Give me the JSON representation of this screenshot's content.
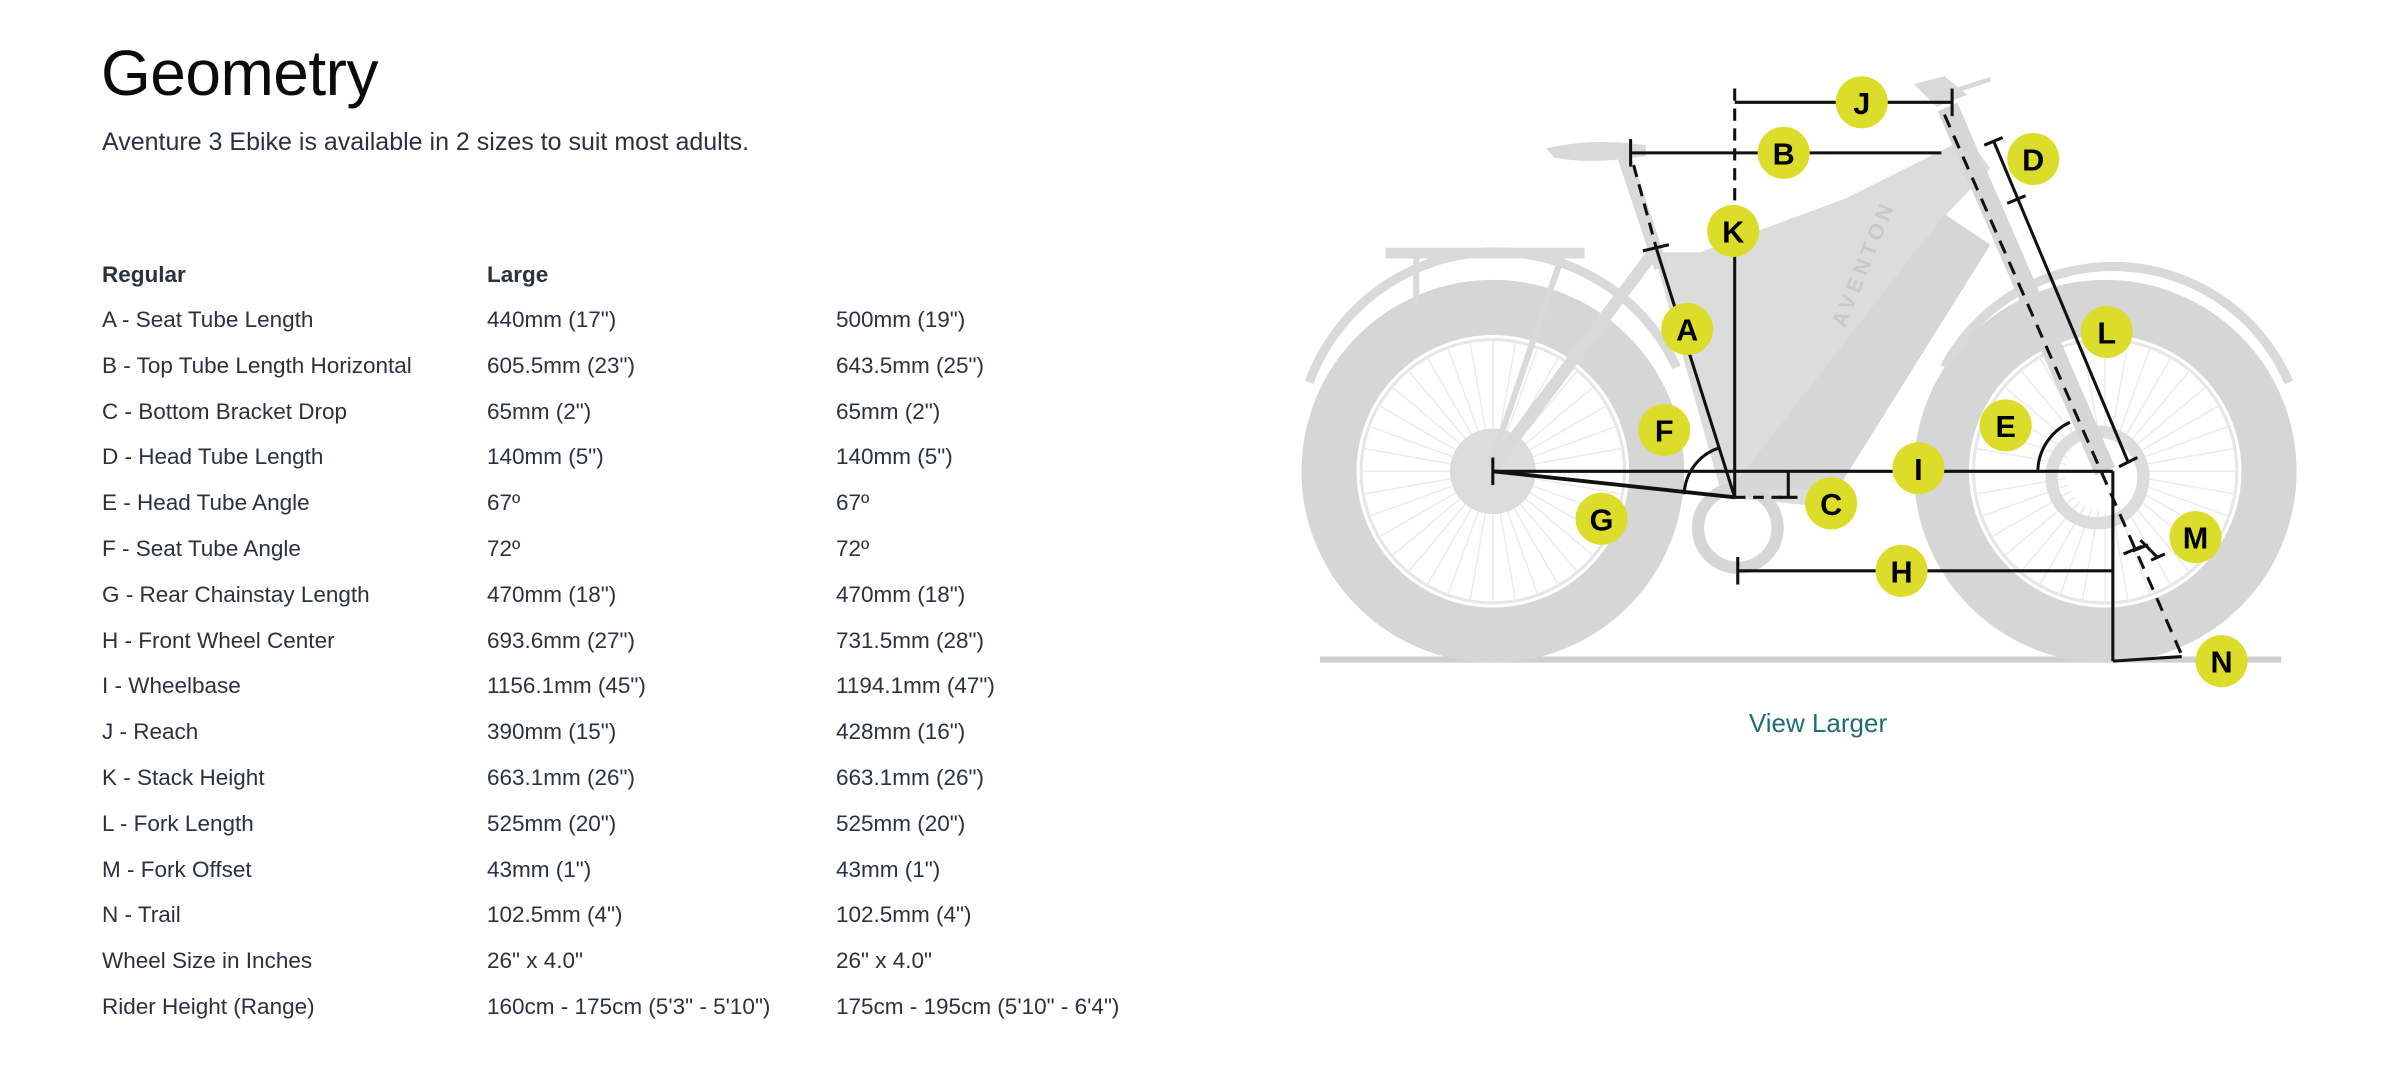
{
  "header": {
    "title": "Geometry",
    "subtitle": "Aventure 3 Ebike is available in 2 sizes to suit most adults."
  },
  "table": {
    "columns": [
      "Regular",
      "Large"
    ],
    "rows": [
      [
        "A - Seat Tube Length",
        "440mm (17\")",
        "500mm (19\")"
      ],
      [
        "B - Top Tube Length Horizontal",
        "605.5mm (23\")",
        "643.5mm (25\")"
      ],
      [
        "C - Bottom Bracket Drop",
        "65mm (2\")",
        "65mm (2\")"
      ],
      [
        "D - Head Tube Length",
        "140mm (5\")",
        "140mm (5\")"
      ],
      [
        "E - Head Tube Angle",
        "67º",
        "67º"
      ],
      [
        "F - Seat Tube Angle",
        "72º",
        "72º"
      ],
      [
        "G - Rear Chainstay Length",
        "470mm (18\")",
        "470mm (18\")"
      ],
      [
        "H - Front Wheel Center",
        "693.6mm (27\")",
        "731.5mm (28\")"
      ],
      [
        "I - Wheelbase",
        "1156.1mm (45\")",
        "1194.1mm (47\")"
      ],
      [
        "J - Reach",
        "390mm (15\")",
        "428mm (16\")"
      ],
      [
        "K - Stack Height",
        "663.1mm (26\")",
        "663.1mm (26\")"
      ],
      [
        "L - Fork Length",
        "525mm (20\")",
        "525mm (20\")"
      ],
      [
        "M - Fork Offset",
        "43mm (1\")",
        "43mm (1\")"
      ],
      [
        "N - Trail",
        "102.5mm (4\")",
        "102.5mm (4\")"
      ],
      [
        "Wheel Size in Inches",
        "26\" x 4.0\"",
        "26\" x 4.0\""
      ],
      [
        "Rider Height (Range)",
        "160cm - 175cm (5'3\" - 5'10\")",
        "175cm - 195cm (5'10\" - 6'4\")"
      ]
    ]
  },
  "diagram": {
    "brand_watermark": "AVENTON",
    "markers": [
      "A",
      "B",
      "C",
      "D",
      "E",
      "F",
      "G",
      "H",
      "I",
      "J",
      "K",
      "L",
      "M",
      "N"
    ],
    "marker_color": "#dcdc2a",
    "view_larger_label": "View Larger"
  },
  "colors": {
    "text": "#2a3140",
    "link": "#1e6e76",
    "bike": "#d9d9d9"
  }
}
